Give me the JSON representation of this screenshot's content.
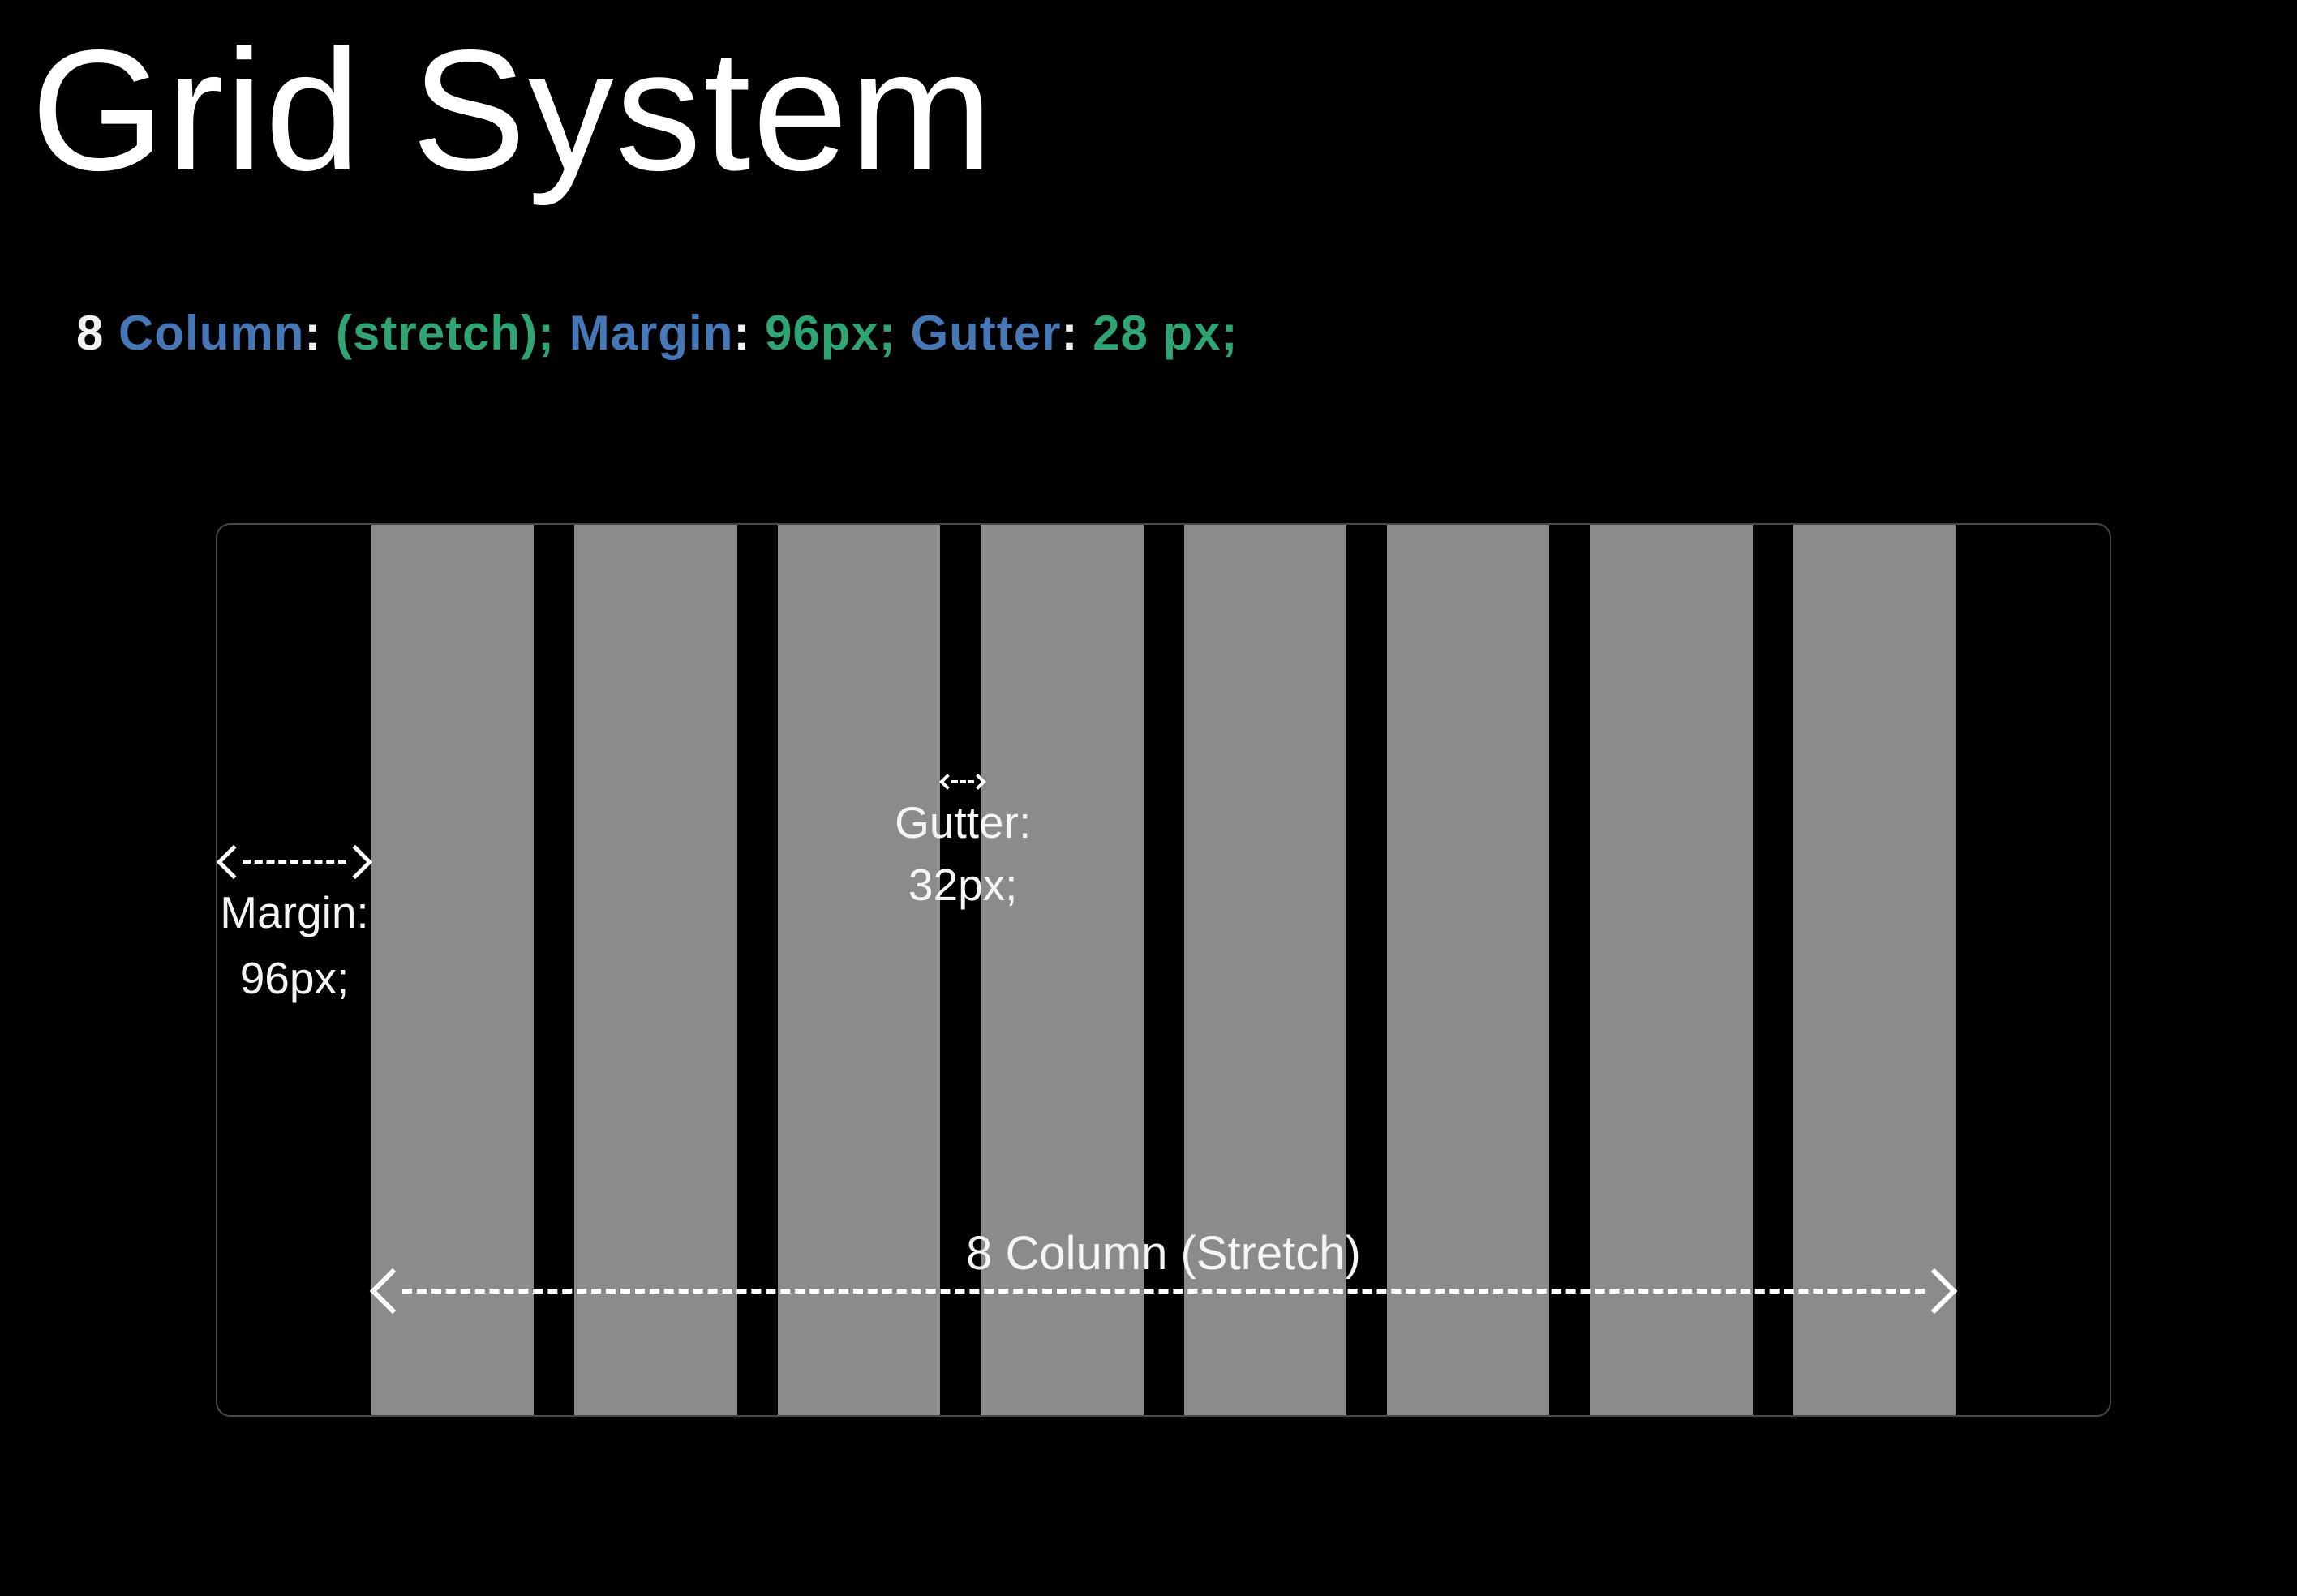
{
  "page": {
    "title": "Grid System"
  },
  "spec": {
    "segments": [
      {
        "text": "8 "
      },
      {
        "text": "Column"
      },
      {
        "text": ": "
      },
      {
        "text": "(stretch); "
      },
      {
        "text": "Margin"
      },
      {
        "text": ": "
      },
      {
        "text": "96px; "
      },
      {
        "text": "Gutter"
      },
      {
        "text": ": "
      },
      {
        "text": "28 px;"
      }
    ]
  },
  "diagram": {
    "columns": 8,
    "margin": {
      "label": "Margin:",
      "value": "96px;"
    },
    "gutter": {
      "label": "Gutter:",
      "value": "32px;"
    },
    "stretch": {
      "label": "8 Column (Stretch)"
    }
  },
  "colors": {
    "background": "#000000",
    "title_text": "#ffffff",
    "label_blue": "#4678b8",
    "value_green": "#2fa573",
    "column_gray": "#8b8b8b",
    "frame_border": "#474747",
    "annotation_text": "#f5f5f5"
  }
}
